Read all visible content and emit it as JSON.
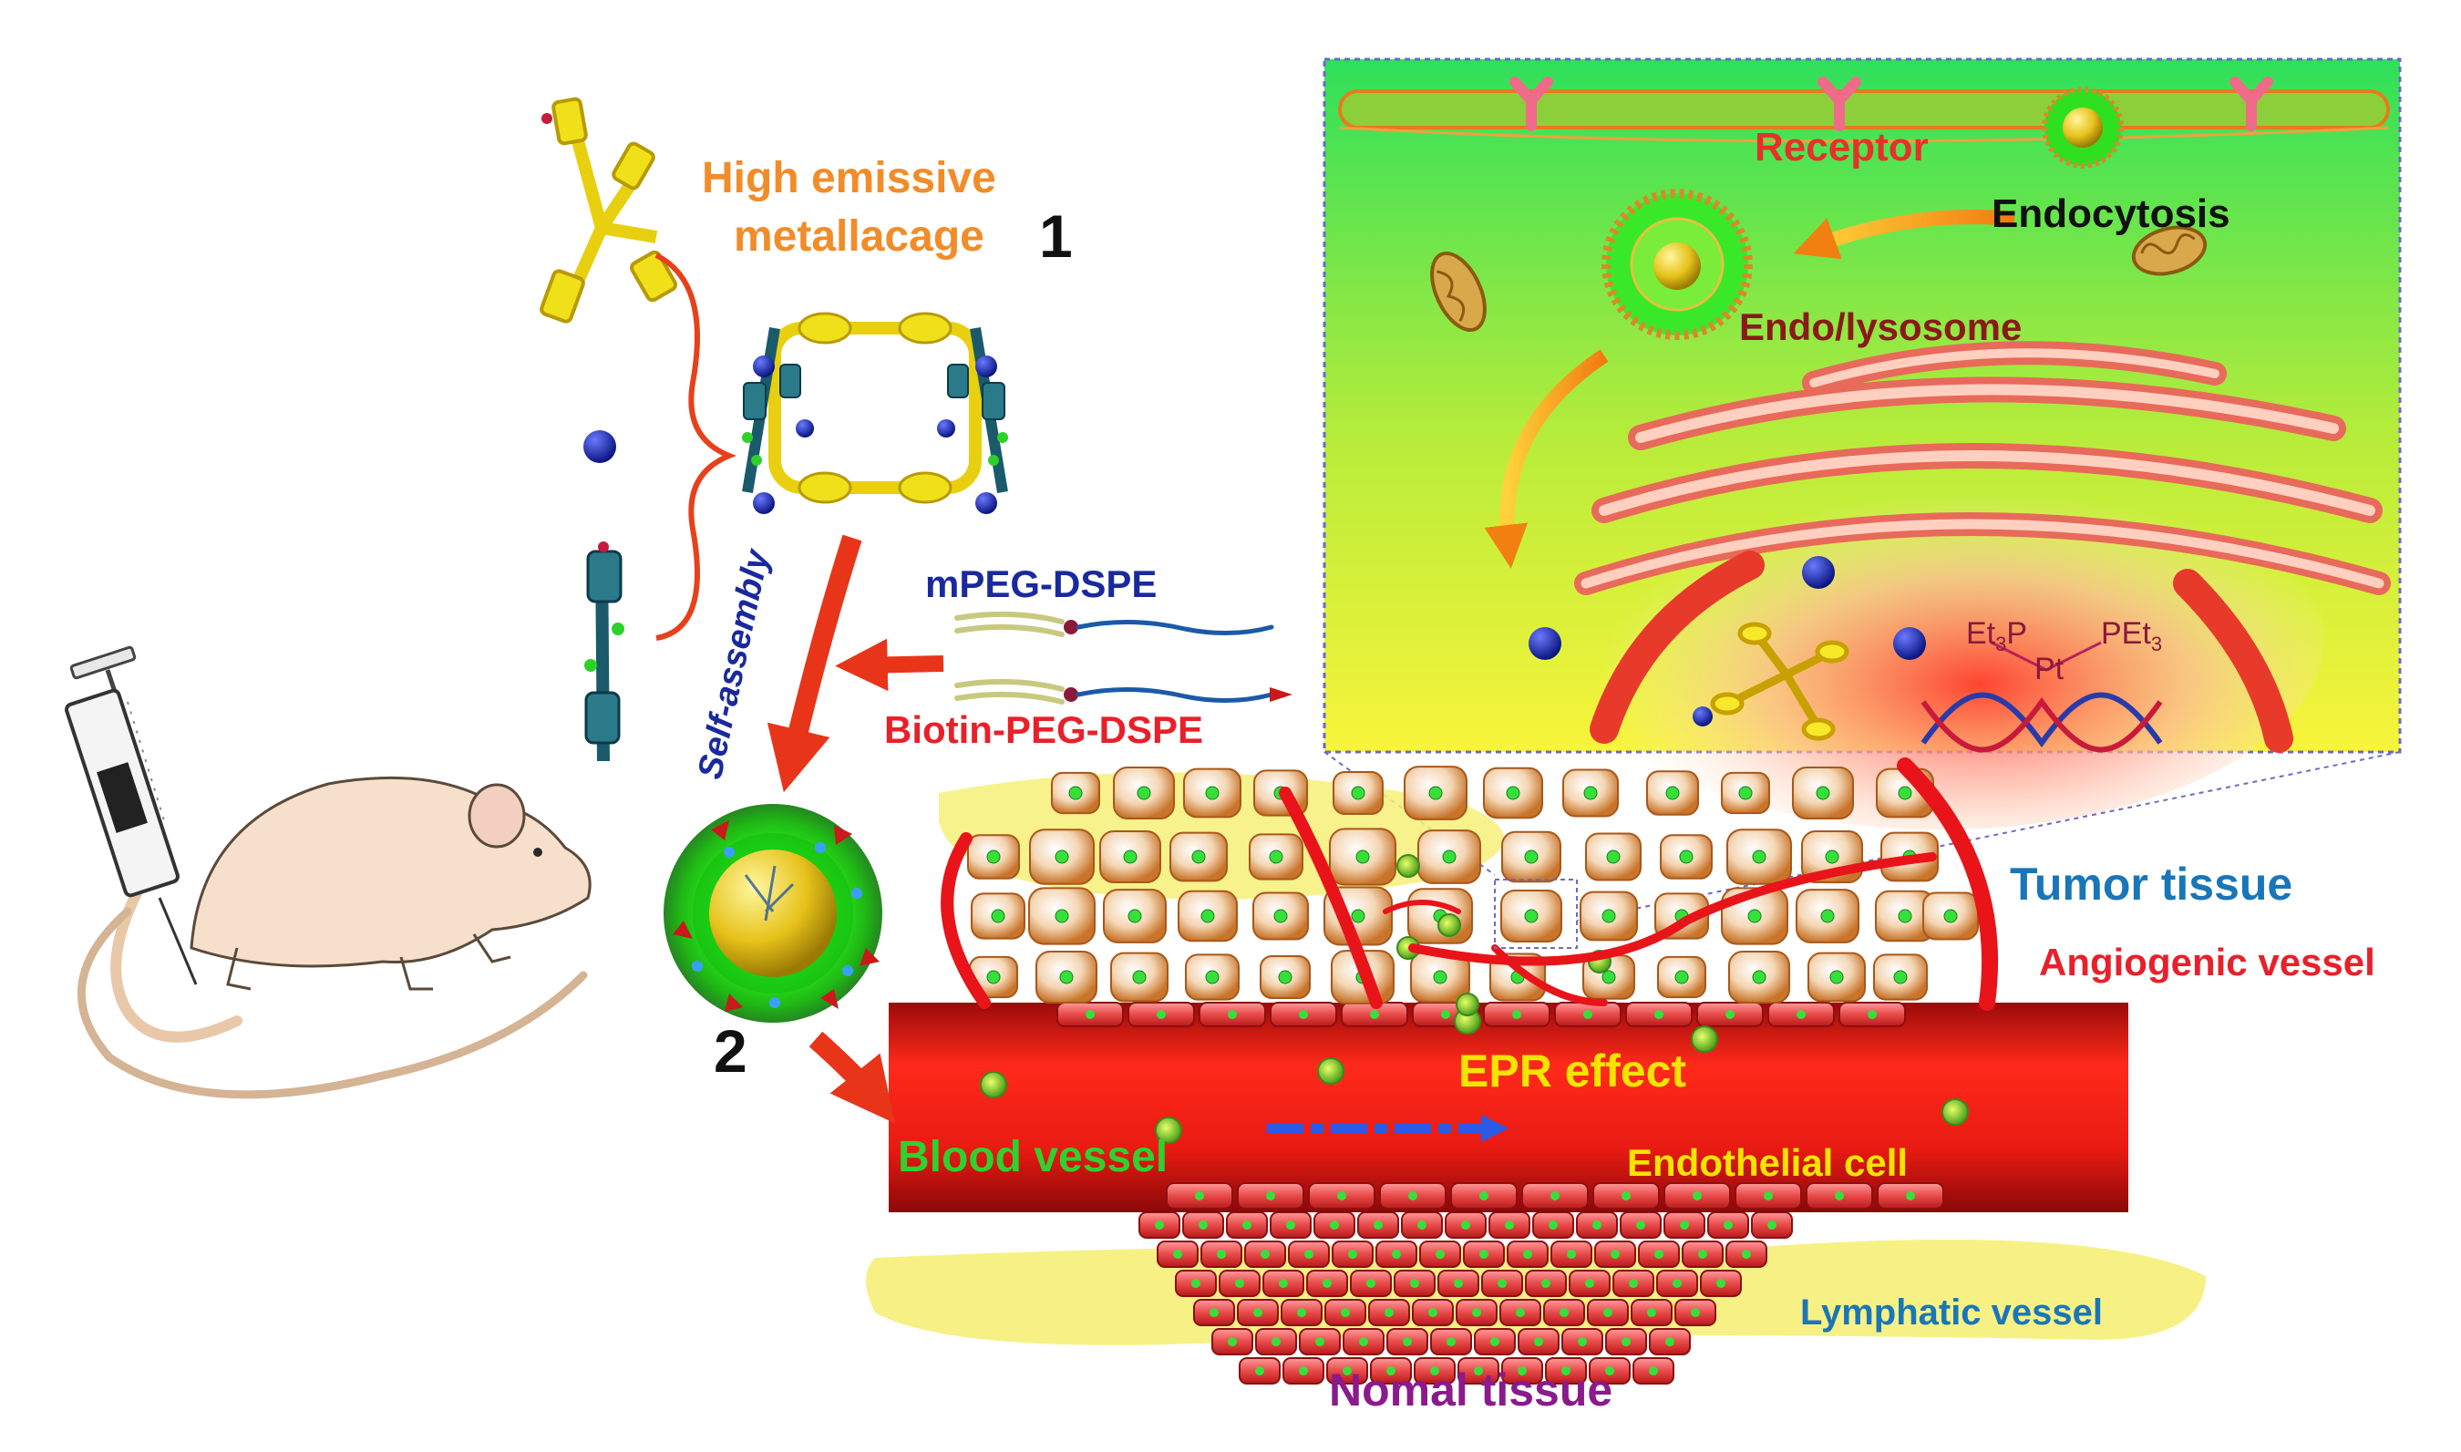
{
  "labels": {
    "metallacage_line1": "High emissive",
    "metallacage_line2": "metallacage",
    "num1": "1",
    "num2": "2",
    "self_assembly": "Self-assembly",
    "mpeg": "mPEG-DSPE",
    "biotin": "Biotin-PEG-DSPE",
    "receptor": "Receptor",
    "endocytosis": "Endocytosis",
    "endolysosome": "Endo/lysosome",
    "tumor": "Tumor tissue",
    "angiogenic": "Angiogenic vessel",
    "epr": "EPR effect",
    "blood": "Blood vessel",
    "endothelial": "Endothelial cell",
    "lymphatic": "Lymphatic vessel",
    "normal": "Nomal tissue",
    "pt_left_a": "Et",
    "pt_left_sub": "3",
    "pt_left_b": "P",
    "pt_right_a": "PEt",
    "pt_right_sub": "3",
    "pt_center": "Pt"
  },
  "colors": {
    "orange": "#f28c28",
    "navy": "#1a2a9c",
    "red": "#e8202a",
    "teal_blue": "#1976b8",
    "purple": "#8b1a8b",
    "yellow_text": "#f5e400",
    "green_text": "#2fd02f",
    "vessel_red": "#d81515",
    "cell_green": "#36e03a"
  }
}
